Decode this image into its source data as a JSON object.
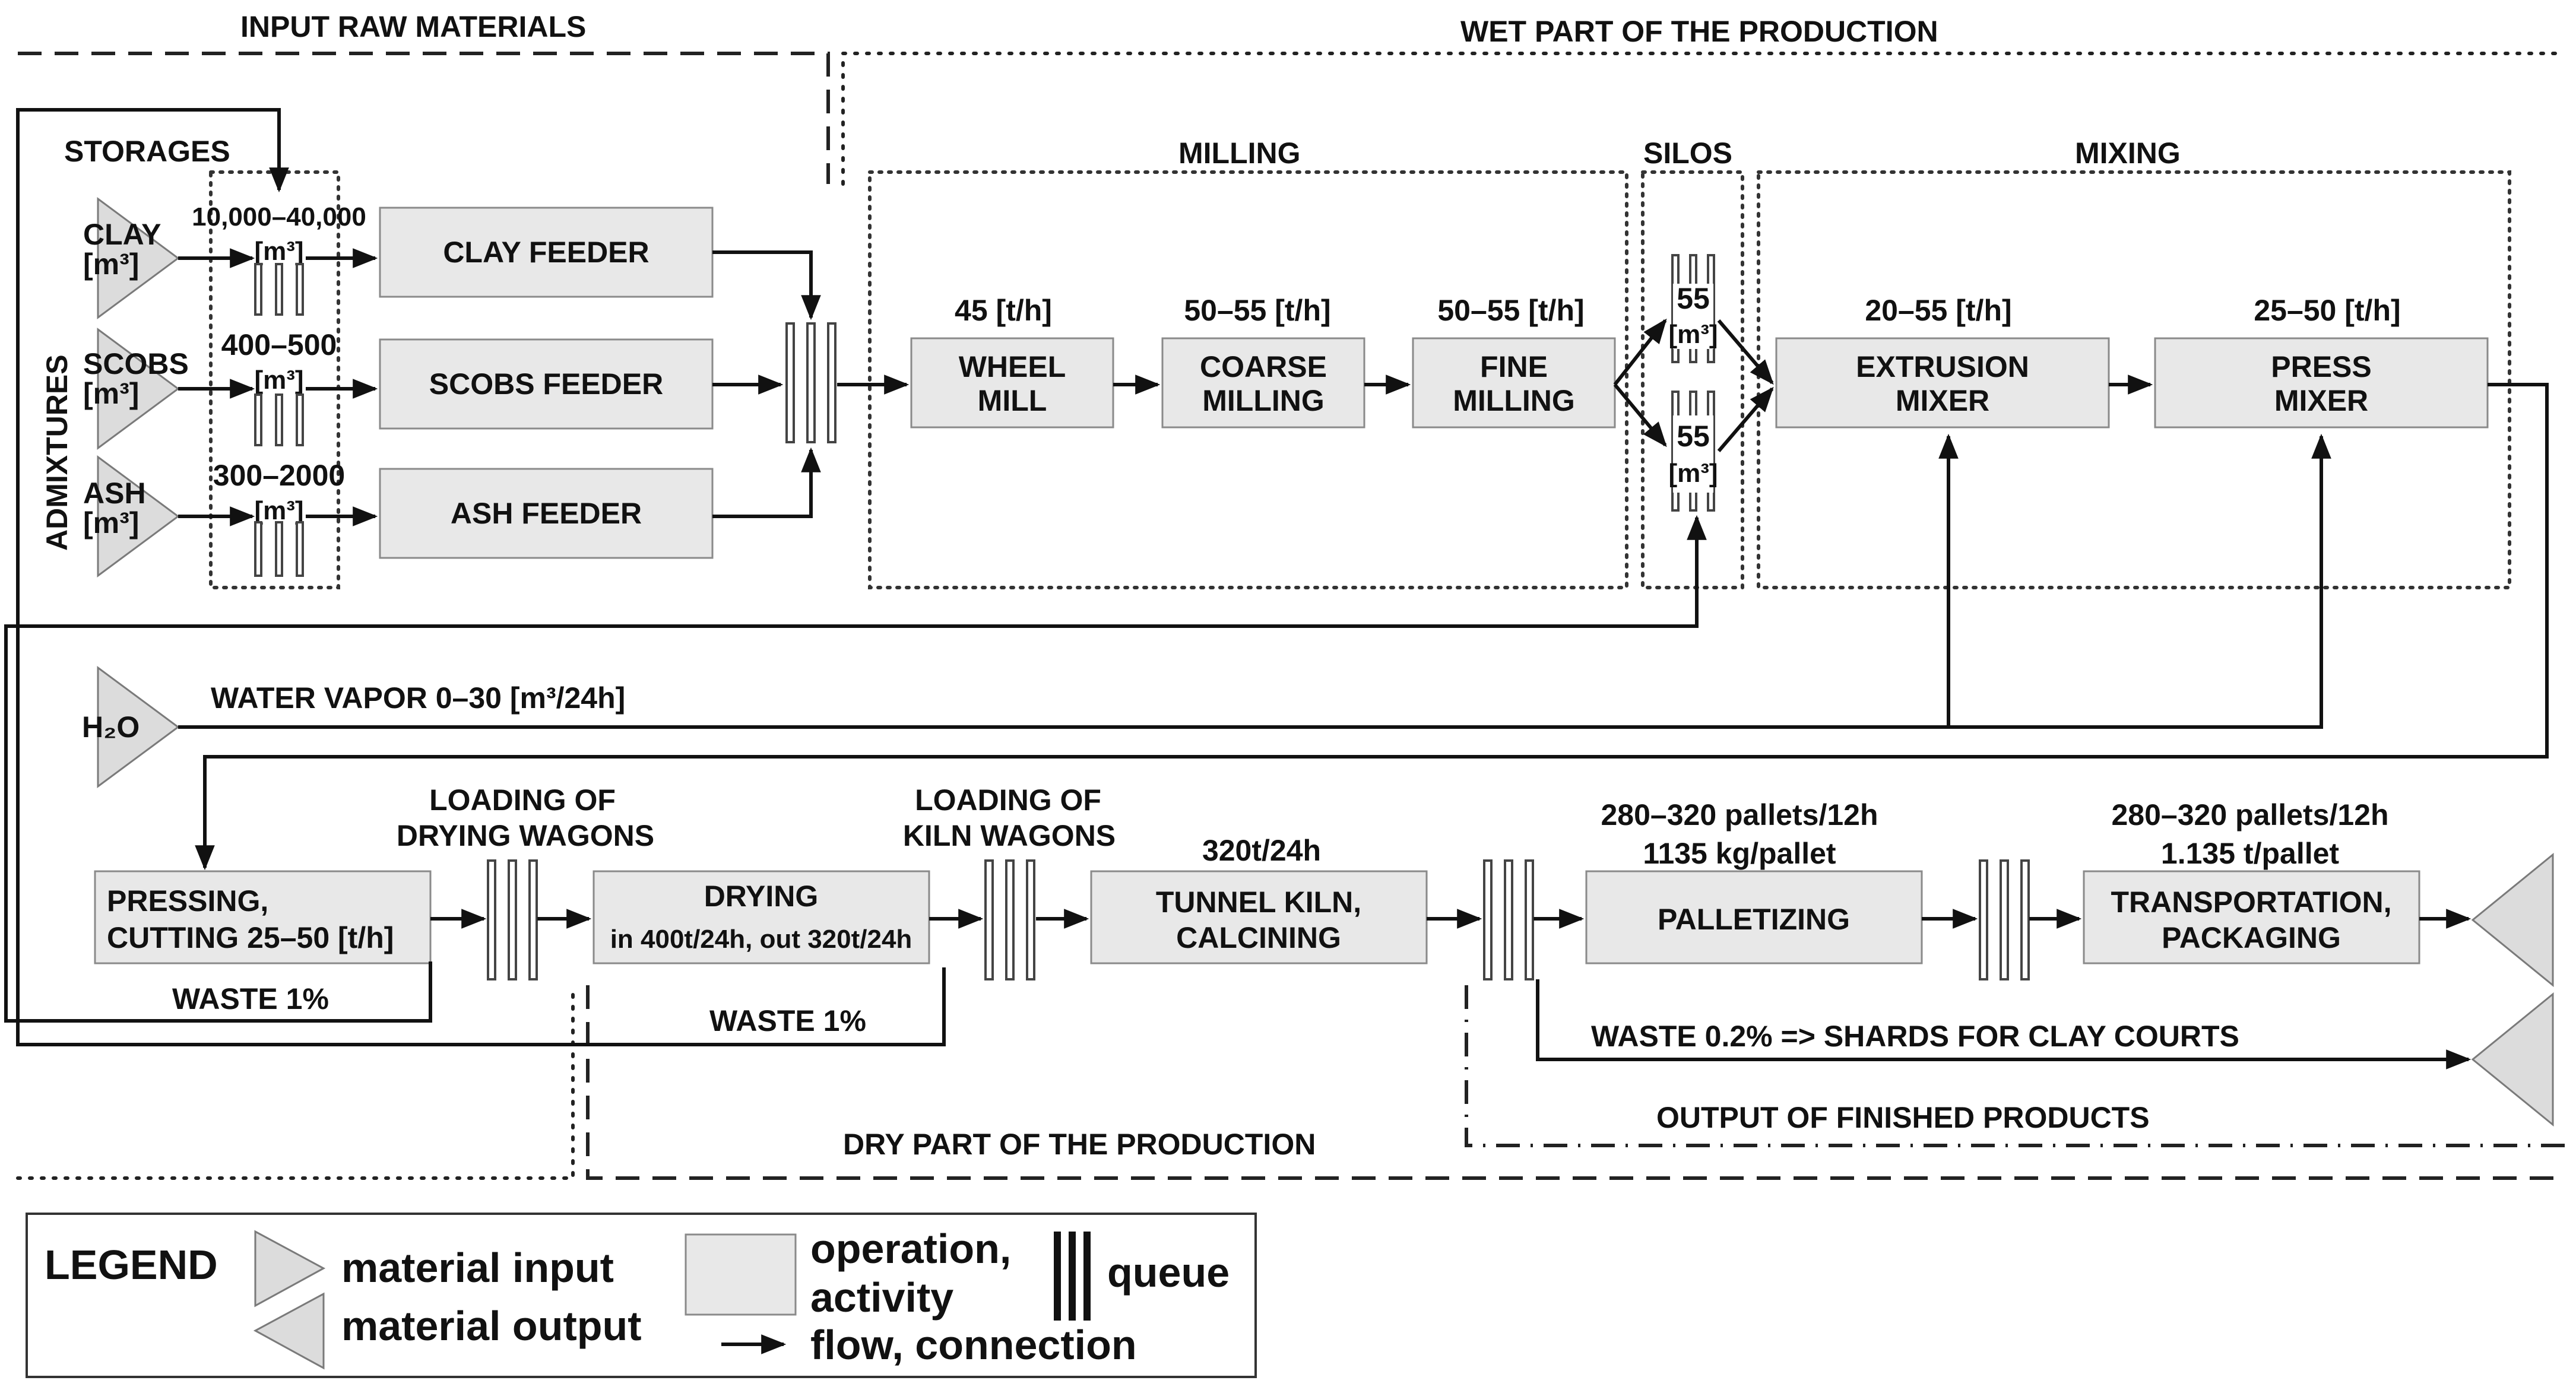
{
  "headers": {
    "input_raw_materials": "INPUT RAW MATERIALS",
    "wet_part": "WET PART OF THE PRODUCTION",
    "milling": "MILLING",
    "silos": "SILOS",
    "mixing": "MIXING",
    "storages": "STORAGES",
    "admixtures": "ADMIXTURES",
    "dry_part": "DRY PART OF THE PRODUCTION",
    "output_finished": "OUTPUT OF FINISHED PRODUCTS"
  },
  "inputs": {
    "clay_1": "CLAY",
    "clay_2": "[m³]",
    "scobs_1": "SCOBS",
    "scobs_2": "[m³]",
    "ash_1": "ASH",
    "ash_2": "[m³]",
    "water": "H₂O"
  },
  "storages": {
    "clay_cap": "10,000–40,000",
    "clay_unit": "[m³]",
    "scobs_cap": "400–500",
    "scobs_unit": "[m³]",
    "ash_cap": "300–2000",
    "ash_unit": "[m³]"
  },
  "operations": {
    "clay_feeder": "CLAY FEEDER",
    "scobs_feeder": "SCOBS FEEDER",
    "ash_feeder": "ASH FEEDER",
    "wheel_mill_1": "WHEEL",
    "wheel_mill_2": "MILL",
    "coarse_milling_1": "COARSE",
    "coarse_milling_2": "MILLING",
    "fine_milling_1": "FINE",
    "fine_milling_2": "MILLING",
    "extrusion_mixer_1": "EXTRUSION",
    "extrusion_mixer_2": "MIXER",
    "press_mixer_1": "PRESS",
    "press_mixer_2": "MIXER",
    "pressing_1": "PRESSING,",
    "pressing_2": "CUTTING 25–50 [t/h]",
    "drying_1": "DRYING",
    "drying_2": "in 400t/24h, out 320t/24h",
    "tunnel_kiln_1": "TUNNEL KILN,",
    "tunnel_kiln_2": "CALCINING",
    "palletizing": "PALLETIZING",
    "transport_1": "TRANSPORTATION,",
    "transport_2": "PACKAGING"
  },
  "rates": {
    "wheel_mill": "45 [t/h]",
    "coarse_milling": "50–55 [t/h]",
    "fine_milling": "50–55 [t/h]",
    "silo_1": "55",
    "silo_1_unit": "[m³]",
    "silo_2": "55",
    "silo_2_unit": "[m³]",
    "extrusion_mixer": "20–55 [t/h]",
    "press_mixer": "25–50 [t/h]",
    "tunnel_kiln": "320t/24h",
    "palletizing_1": "280–320 pallets/12h",
    "palletizing_2": "1135 kg/pallet",
    "transport_1": "280–320 pallets/12h",
    "transport_2": "1.135 t/pallet"
  },
  "labels": {
    "water_vapor": "WATER VAPOR  0–30 [m³/24h]",
    "loading_drying_1": "LOADING OF",
    "loading_drying_2": "DRYING WAGONS",
    "loading_kiln_1": "LOADING OF",
    "loading_kiln_2": "KILN WAGONS",
    "waste_pressing": "WASTE 1%",
    "waste_drying": "WASTE 1%",
    "waste_shards": "WASTE 0.2% => SHARDS FOR CLAY COURTS"
  },
  "legend": {
    "title": "LEGEND",
    "input": "material input",
    "output": "material output",
    "operation_1": "operation,",
    "operation_2": "activity",
    "queue": "queue",
    "flow": "flow, connection"
  }
}
